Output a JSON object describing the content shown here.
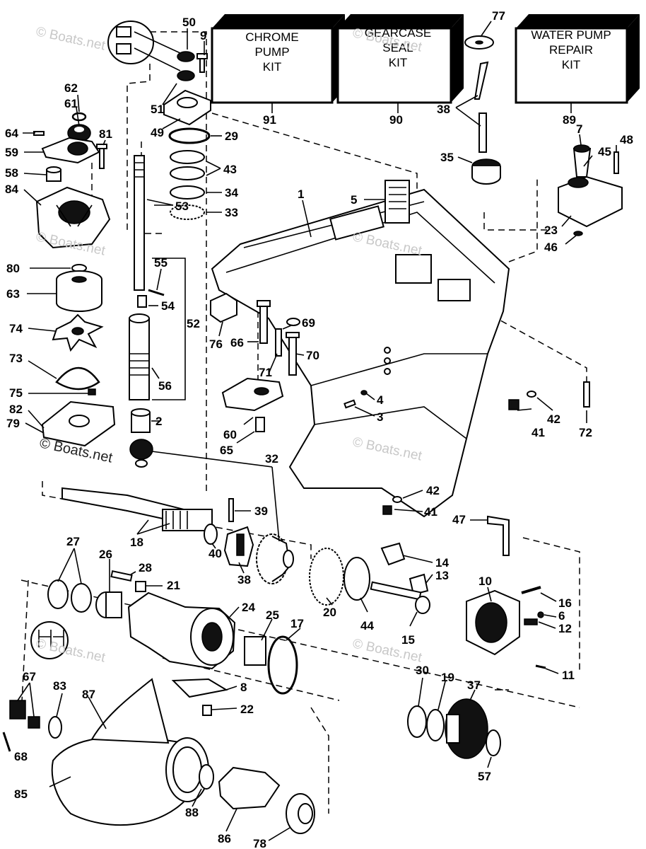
{
  "kits": {
    "chrome_pump": [
      "CHROME",
      "PUMP",
      "KIT"
    ],
    "gearcase_seal": [
      "GEARCASE",
      "SEAL",
      "KIT"
    ],
    "water_pump_repair": [
      "WATER PUMP",
      "REPAIR",
      "KIT"
    ]
  },
  "kit_numbers": {
    "chrome_pump": "91",
    "gearcase_seal": "90",
    "water_pump_repair": "89"
  },
  "watermark": "© Boats.net",
  "parts": {
    "p1": "1",
    "p2": "2",
    "p3": "3",
    "p4": "4",
    "p5": "5",
    "p6": "6",
    "p7": "7",
    "p8": "8",
    "p9": "9",
    "p10": "10",
    "p11": "11",
    "p12": "12",
    "p13": "13",
    "p14": "14",
    "p15": "15",
    "p16": "16",
    "p17": "17",
    "p18": "18",
    "p19": "19",
    "p20": "20",
    "p21": "21",
    "p22": "22",
    "p23": "23",
    "p24": "24",
    "p25": "25",
    "p26": "26",
    "p27": "27",
    "p28": "28",
    "p29": "29",
    "p30": "30",
    "p32": "32",
    "p33": "33",
    "p34": "34",
    "p35": "35",
    "p37": "37",
    "p38a": "38",
    "p38b": "38",
    "p39": "39",
    "p40": "40",
    "p41a": "41",
    "p41b": "41",
    "p42a": "42",
    "p42b": "42",
    "p43": "43",
    "p44": "44",
    "p45": "45",
    "p46": "46",
    "p47": "47",
    "p48": "48",
    "p49": "49",
    "p50": "50",
    "p51": "51",
    "p52": "52",
    "p53": "53",
    "p54": "54",
    "p55": "55",
    "p56": "56",
    "p57": "57",
    "p58": "58",
    "p59": "59",
    "p60": "60",
    "p61": "61",
    "p62": "62",
    "p63": "63",
    "p64": "64",
    "p65": "65",
    "p66": "66",
    "p67": "67",
    "p68": "68",
    "p69": "69",
    "p70": "70",
    "p71": "71",
    "p72": "72",
    "p73": "73",
    "p74": "74",
    "p75": "75",
    "p76": "76",
    "p77": "77",
    "p78": "78",
    "p79": "79",
    "p80": "80",
    "p81": "81",
    "p82": "82",
    "p83": "83",
    "p84": "84",
    "p85": "85",
    "p86": "86",
    "p87": "87",
    "p88": "88"
  }
}
